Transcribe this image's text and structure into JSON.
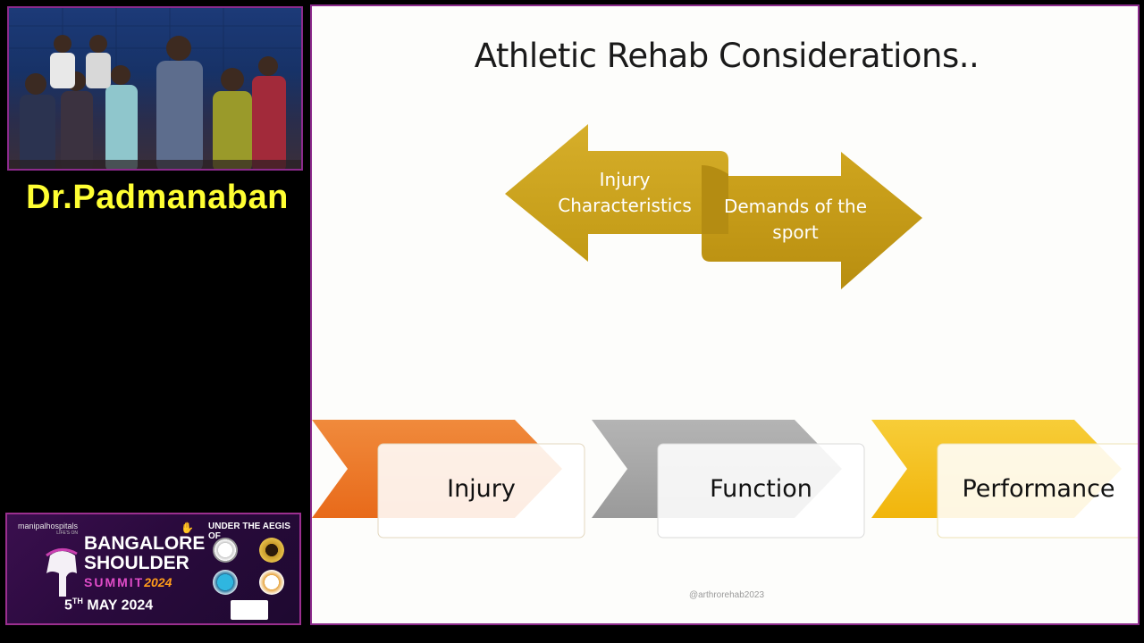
{
  "speaker": {
    "name": "Dr.Padmanaban"
  },
  "banner": {
    "brand": "manipalhospitals",
    "brand_tagline": "LIFE'S ON",
    "title_line1": "BANGALORE",
    "title_line2": "SHOULDER",
    "title_line3": "SUMMIT",
    "year": "2024",
    "date_day": "5",
    "date_suffix": "TH",
    "date_rest": "MAY 2024",
    "aegis": "UNDER THE AEGIS OF"
  },
  "slide": {
    "title": "Athletic Rehab Considerations..",
    "left_arrow": {
      "line1": "Injury",
      "line2": "Characteristics"
    },
    "right_arrow": {
      "line1": "Demands of the",
      "line2": "sport"
    },
    "stages": [
      {
        "label": "Injury",
        "color": "#ee7a2a"
      },
      {
        "label": "Function",
        "color": "#a8a8a8"
      },
      {
        "label": "Performance",
        "color": "#f5c218"
      }
    ],
    "credit": "@arthrorehab2023",
    "arrow_color": "#c9a118"
  }
}
